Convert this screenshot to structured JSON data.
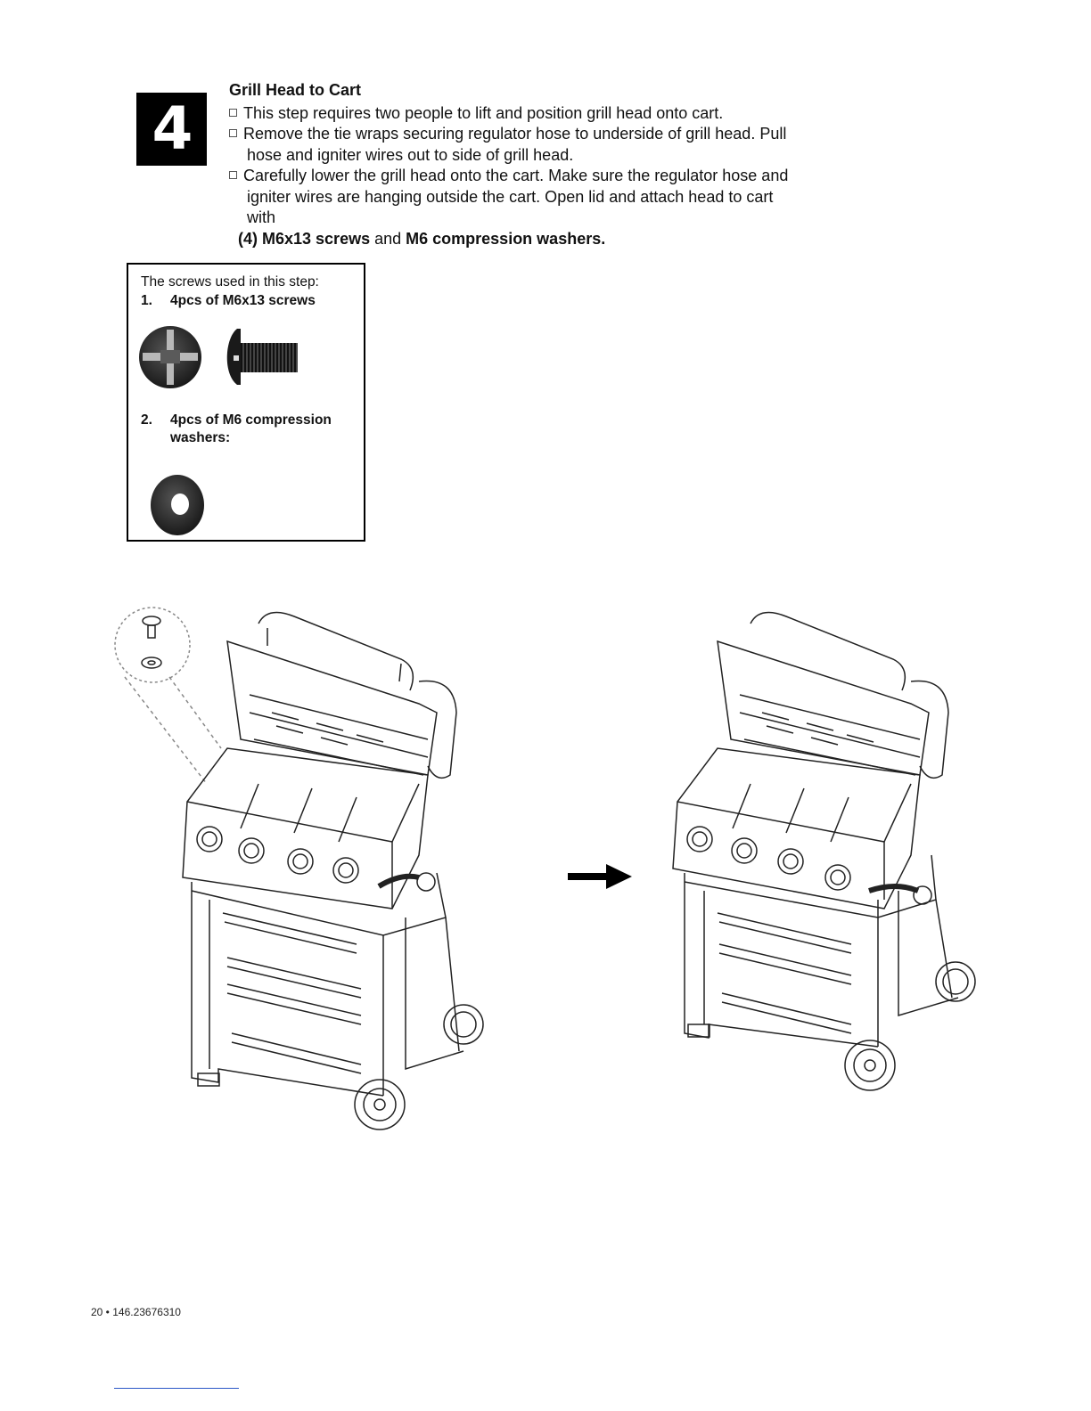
{
  "step": {
    "number": "4"
  },
  "instructions": {
    "title": "Grill Head to Cart",
    "bullets": [
      {
        "line1": "This step requires two people to lift and position grill head onto cart."
      },
      {
        "line1": "Remove the tie wraps securing regulator hose to underside of grill head. Pull",
        "line2": "hose and igniter wires out to side of grill head."
      },
      {
        "line1": "Carefully lower the grill head onto the cart. Make sure the regulator hose and",
        "line2": "igniter wires are hanging outside the cart. Open lid and attach head to cart with"
      }
    ],
    "final": {
      "part1": "(4) M6x13 screws",
      "part2": " and ",
      "part3": "M6 compression washers."
    }
  },
  "hardware_box": {
    "intro": "The screws used in this step:",
    "item1": {
      "num": "1.",
      "label": "4pcs of M6x13 screws"
    },
    "item2": {
      "num": "2.",
      "label_line1": "4pcs of M6 compression",
      "label_line2": "washers:"
    }
  },
  "footer": {
    "page_ref": "20 • 146.23676310"
  }
}
